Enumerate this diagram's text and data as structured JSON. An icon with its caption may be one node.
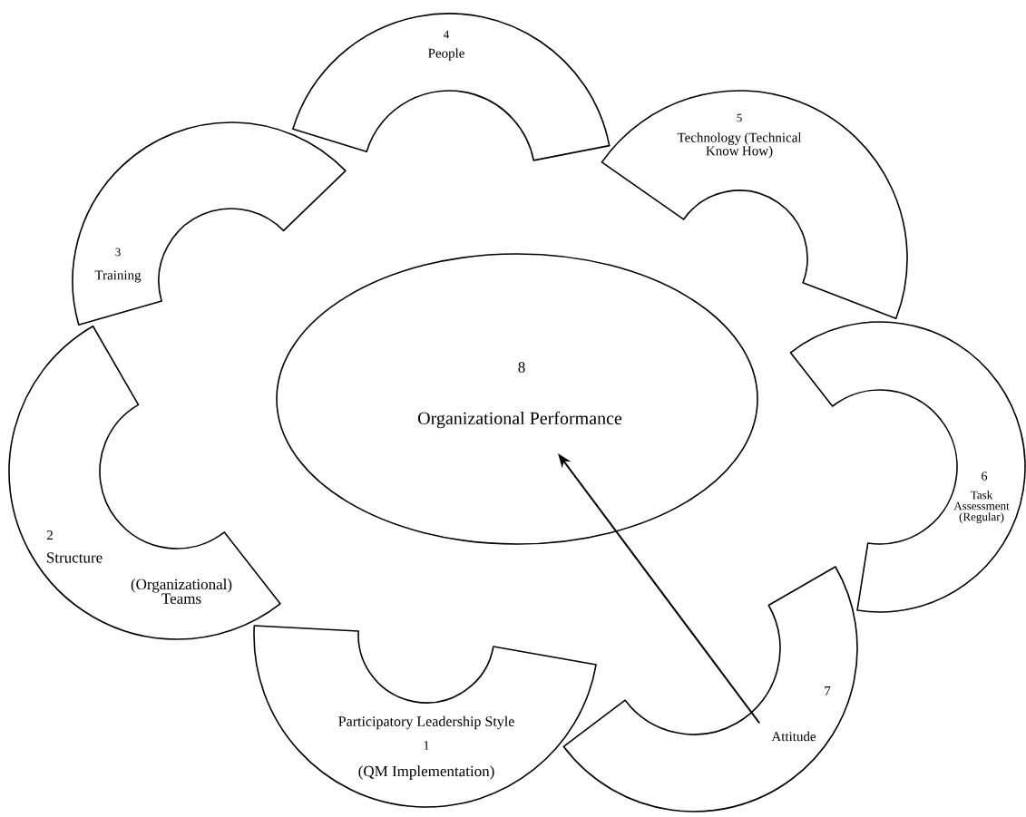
{
  "diagram": {
    "nodes": [
      {
        "text": [
          "Participatory Leadership Style",
          "1",
          "(QM Implementation)"
        ]
      },
      {
        "text": [
          "2",
          "Structure",
          "(Organizational) Teams"
        ]
      },
      {
        "text": [
          "3",
          "Training"
        ]
      },
      {
        "text": [
          "4",
          "People"
        ]
      },
      {
        "text": [
          "5",
          "Technology (Technical Know How)"
        ]
      },
      {
        "text": [
          "6",
          "Task Assessment (Regular)"
        ]
      },
      {
        "text": [
          "7",
          "Attitude"
        ]
      },
      {
        "text": [
          "8",
          "Organizational Performance"
        ]
      }
    ],
    "edges": [
      {
        "from": 6,
        "to": 7,
        "arrow": "to"
      }
    ]
  }
}
